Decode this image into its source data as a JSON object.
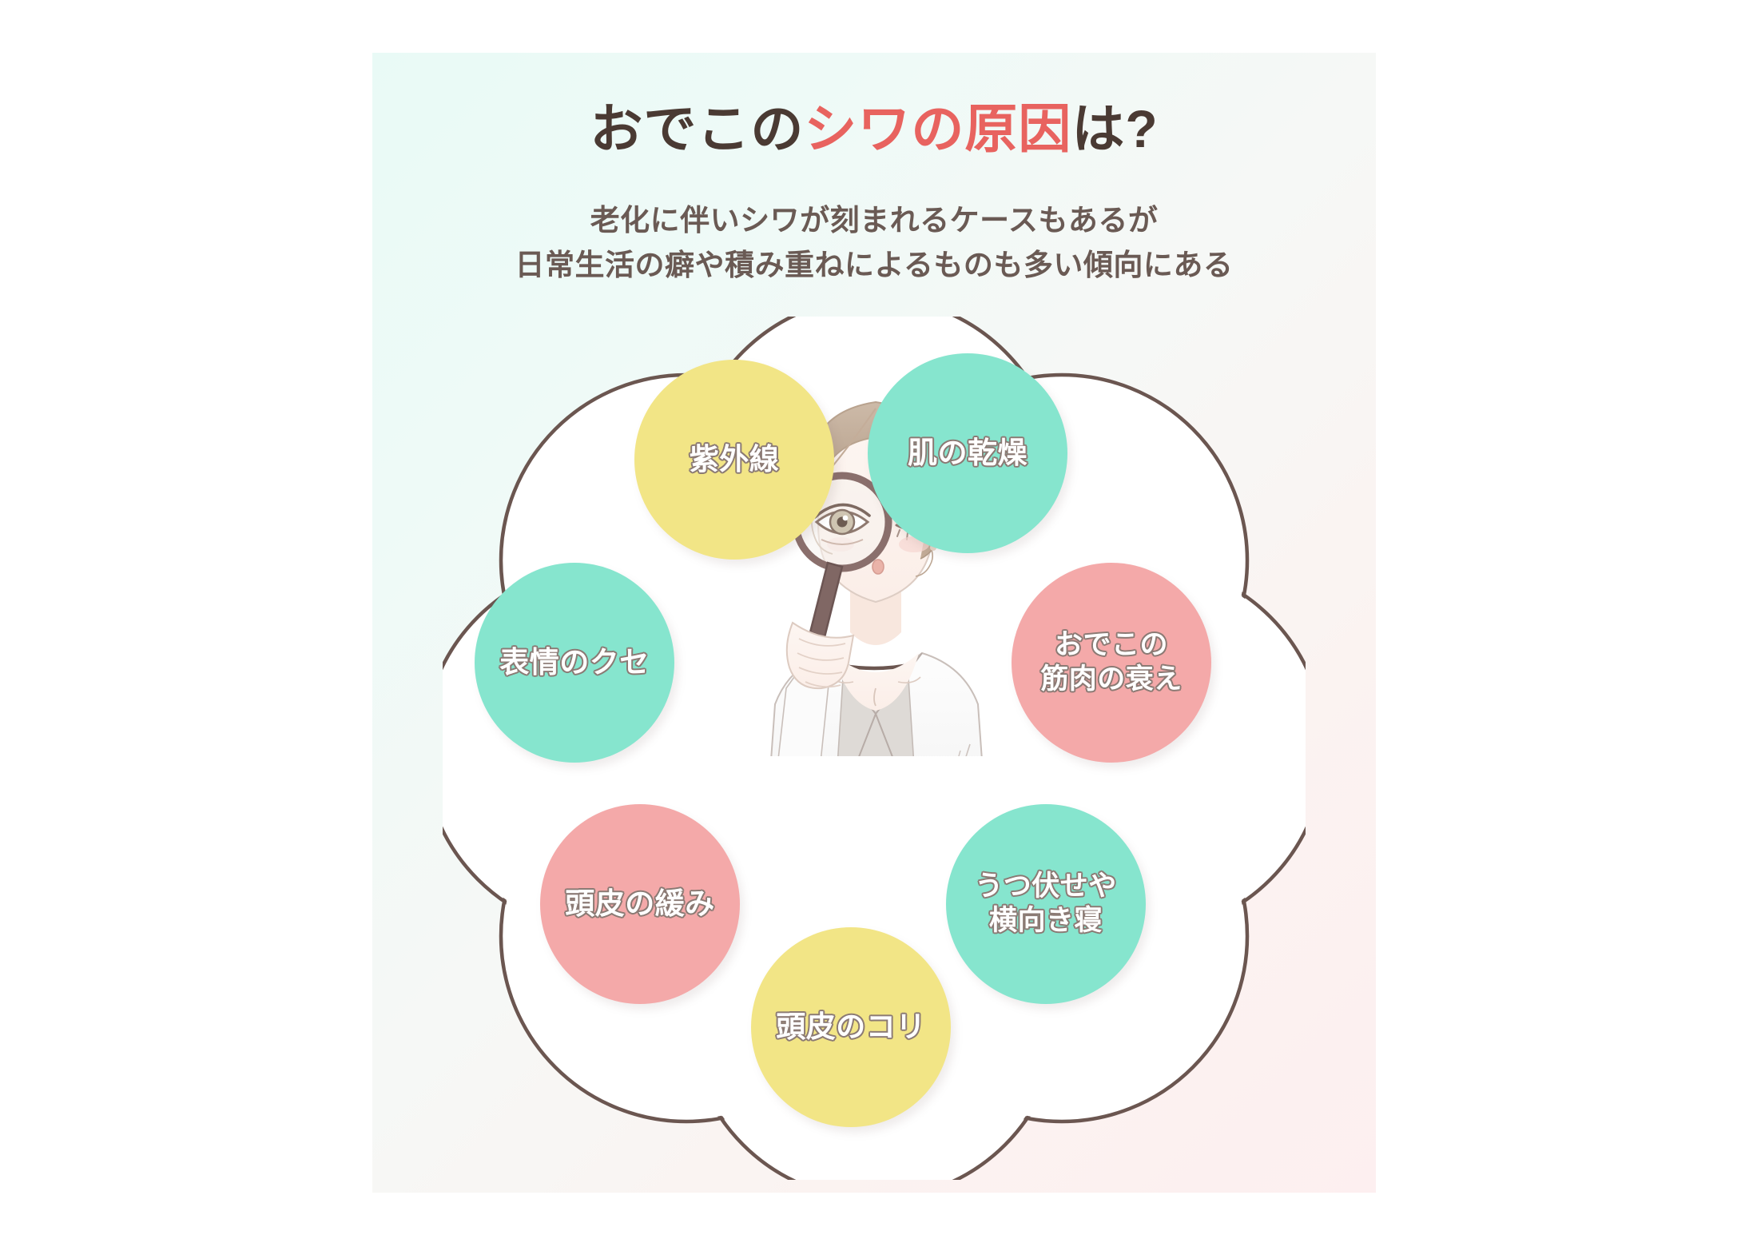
{
  "theme": {
    "bg_start": "#e9faf6",
    "bg_end": "#fdeff0",
    "accent_red": "#e8635f",
    "heading_brown": "#4a3a33",
    "body_brown": "#6a5a54",
    "yellow": "#f2e586",
    "mint": "#86e5ce",
    "pink": "#f4a9a9",
    "outline_brown": "#7a6058",
    "label_stroke": "#8b7a74"
  },
  "header": {
    "title_part1": "おでこの",
    "title_highlight": "シワの原因",
    "title_part2": "は?",
    "subtitle_line1": "老化に伴いシワが刻まれるケースもあるが",
    "subtitle_line2": "日常生活の癖や積み重ねによるものも多い傾向にある"
  },
  "illustration": {
    "name": "woman-with-magnifying-glass",
    "description": "イラスト：虫眼鏡を持つ女性"
  },
  "causes": [
    {
      "id": "uv",
      "label": "紫外線",
      "color": "#f2e586",
      "position": "top-left"
    },
    {
      "id": "dry",
      "label": "肌の乾燥",
      "color": "#86e5ce",
      "position": "top-right"
    },
    {
      "id": "muscle",
      "label": "おでこの\n筋肉の衰え",
      "color": "#f4a9a9",
      "position": "right"
    },
    {
      "id": "sleep",
      "label": "うつ伏せや\n横向き寝",
      "color": "#86e5ce",
      "position": "bottom-right"
    },
    {
      "id": "stiff",
      "label": "頭皮のコリ",
      "color": "#f2e586",
      "position": "bottom"
    },
    {
      "id": "loose",
      "label": "頭皮の緩み",
      "color": "#f4a9a9",
      "position": "bottom-left"
    },
    {
      "id": "habit",
      "label": "表情のクセ",
      "color": "#86e5ce",
      "position": "left"
    }
  ]
}
